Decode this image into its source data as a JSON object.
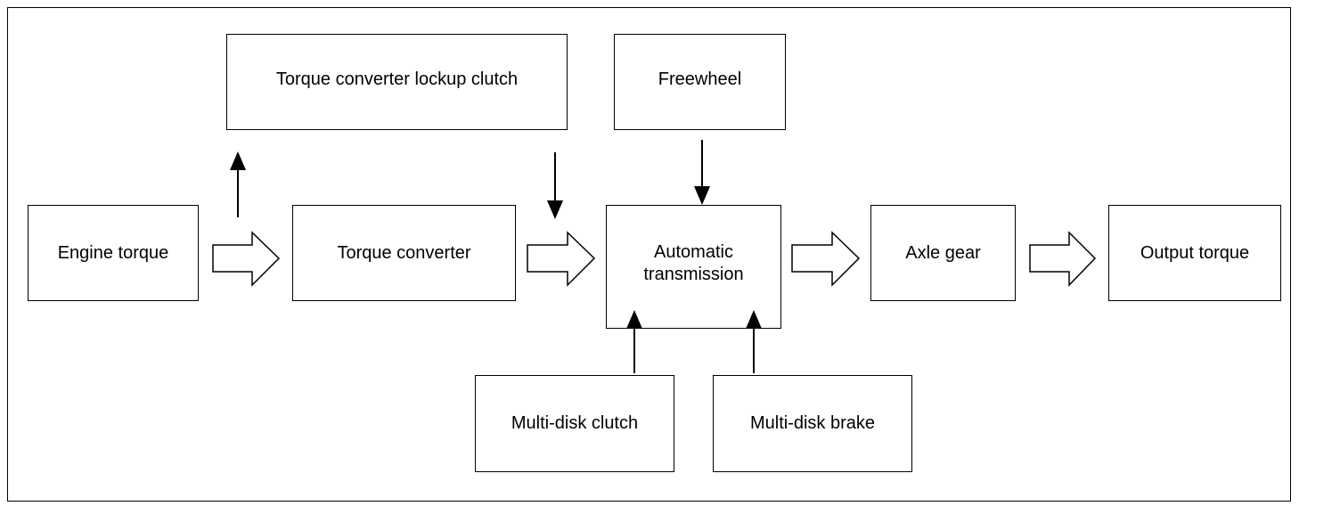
{
  "diagram": {
    "nodes": {
      "engine_torque": "Engine torque",
      "lockup_clutch": "Torque converter lockup clutch",
      "torque_converter": "Torque converter",
      "freewheel": "Freewheel",
      "automatic_transmission": "Automatic\ntransmission",
      "axle_gear": "Axle gear",
      "output_torque": "Output torque",
      "multi_disk_clutch": "Multi-disk clutch",
      "multi_disk_brake": "Multi-disk brake"
    },
    "flow": [
      {
        "from": "engine_torque",
        "to": "torque_converter",
        "style": "hollow"
      },
      {
        "from": "torque_converter",
        "to": "automatic_transmission",
        "style": "hollow"
      },
      {
        "from": "automatic_transmission",
        "to": "axle_gear",
        "style": "hollow"
      },
      {
        "from": "axle_gear",
        "to": "output_torque",
        "style": "hollow"
      },
      {
        "from": "engine_torque",
        "to": "lockup_clutch",
        "style": "solid"
      },
      {
        "from": "lockup_clutch",
        "to": "automatic_transmission",
        "style": "solid"
      },
      {
        "from": "freewheel",
        "to": "automatic_transmission",
        "style": "solid"
      },
      {
        "from": "multi_disk_clutch",
        "to": "automatic_transmission",
        "style": "solid"
      },
      {
        "from": "multi_disk_brake",
        "to": "automatic_transmission",
        "style": "solid"
      }
    ]
  }
}
